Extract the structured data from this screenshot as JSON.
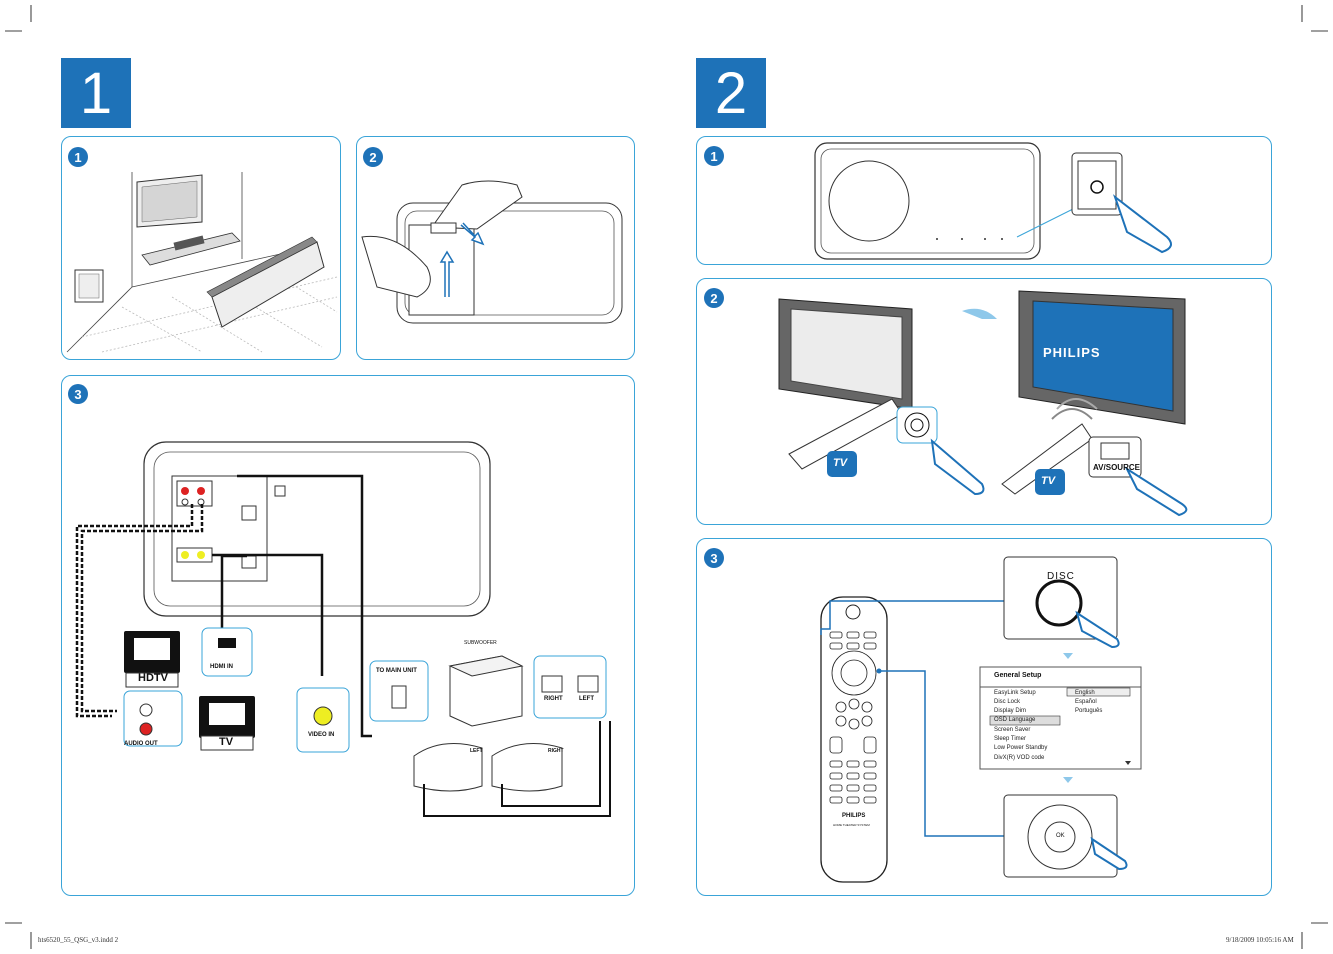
{
  "pages": [
    {
      "number": "1"
    },
    {
      "number": "2"
    }
  ],
  "steps": [
    "1",
    "2",
    "3"
  ],
  "labels": {
    "hdtv": "HDTV",
    "hdmi_in": "HDMI IN",
    "tv": "TV",
    "audio_out": "AUDIO OUT",
    "video_in": "VIDEO IN",
    "to_main_unit": "TO MAIN UNIT",
    "subwoofer": "SUBWOOFER",
    "right_jack": "RIGHT",
    "left_jack": "LEFT",
    "speaker_left": "LEFT",
    "speaker_right": "RIGHT",
    "philips_screen": "PHILIPS",
    "tv_button": "TV",
    "av_source": "AV/SOURCE",
    "disc": "DISC",
    "ok": "OK",
    "remote_brand": "PHILIPS",
    "remote_sub": "HOME THEATER SYSTEM"
  },
  "menu": {
    "title": "General Setup",
    "items": [
      "EasyLink Setup",
      "Disc Lock",
      "Display Dim",
      "OSD Language",
      "Screen Saver",
      "Sleep Timer",
      "Low Power Standby",
      "DivX(R) VOD code"
    ],
    "selected": "OSD Language",
    "options": [
      "English",
      "Español",
      "Português"
    ],
    "selected_option": "English"
  },
  "footer": {
    "left": "hts6520_55_QSG_v3.indd   2",
    "right": "9/18/2009   10:05:16 AM"
  },
  "colors": {
    "accent": "#1e72b8",
    "panel_border": "#3aa4d8"
  }
}
